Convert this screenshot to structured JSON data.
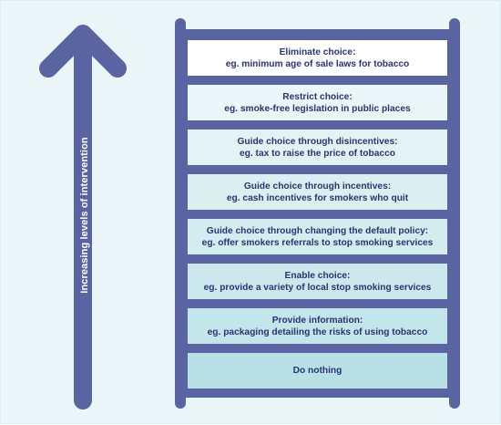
{
  "diagram": {
    "axis_label": "Increasing levels of intervention",
    "colors": {
      "background": "#eaf6f7",
      "ladder": "#5a64a2",
      "text": "#2b3375",
      "arrow": "#5a64a2"
    },
    "rungs": [
      {
        "title": "Eliminate choice:",
        "example": "eg. minimum age of sale laws for tobacco",
        "fill": "#ffffff"
      },
      {
        "title": "Restrict choice:",
        "example": "eg. smoke-free legislation in public places",
        "fill": "#eaf6f7"
      },
      {
        "title": "Guide choice through disincentives:",
        "example": "eg. tax to raise the price of tobacco",
        "fill": "#e3f3f4"
      },
      {
        "title": "Guide choice through incentives:",
        "example": "eg. cash incentives for smokers who quit",
        "fill": "#dbeff1"
      },
      {
        "title": "Guide choice through changing the default policy:",
        "example": "eg. offer smokers referrals to stop smoking services",
        "fill": "#d4edef"
      },
      {
        "title": "Enable choice:",
        "example": "eg. provide a variety of local stop smoking services",
        "fill": "#cbe9ec"
      },
      {
        "title": "Provide information:",
        "example": "eg. packaging detailing the risks of using tobacco",
        "fill": "#c2e6e9"
      },
      {
        "title": "Do nothing",
        "example": "",
        "fill": "#b7e1e5"
      }
    ]
  }
}
